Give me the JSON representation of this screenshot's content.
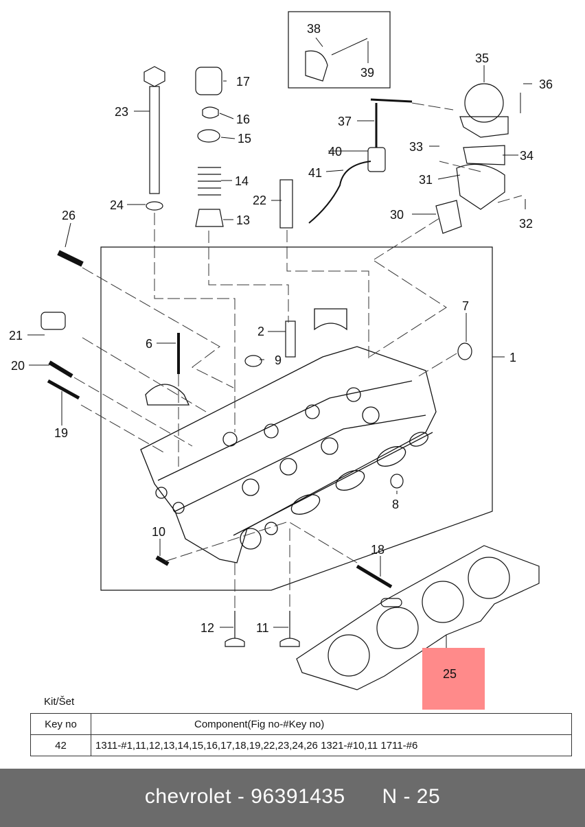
{
  "callouts": {
    "c1": "1",
    "c2": "2",
    "c6": "6",
    "c7": "7",
    "c8": "8",
    "c9": "9",
    "c10": "10",
    "c11": "11",
    "c12": "12",
    "c13": "13",
    "c14": "14",
    "c15": "15",
    "c16": "16",
    "c17": "17",
    "c18": "18",
    "c19": "19",
    "c20": "20",
    "c21": "21",
    "c22": "22",
    "c23": "23",
    "c24": "24",
    "c25": "25",
    "c26": "26",
    "c30": "30",
    "c31": "31",
    "c32": "32",
    "c33": "33",
    "c34": "34",
    "c35": "35",
    "c36": "36",
    "c37": "37",
    "c38": "38",
    "c39": "39",
    "c40": "40",
    "c41": "41"
  },
  "highlight_color": "#ff8a8a",
  "kit": {
    "title": "Kit/Šet",
    "headers": {
      "key": "Key no",
      "component": "Component(Fig no-#Key no)"
    },
    "rows": [
      {
        "key": "42",
        "component": "1311-#1,11,12,13,14,15,16,17,18,19,22,23,24,26  1321-#10,11  1711-#6"
      }
    ]
  },
  "footer": {
    "brand": "chevrolet",
    "separator": "-",
    "part_number": "96391435",
    "position_label": "N - 25",
    "background": "#6b6b6b"
  }
}
